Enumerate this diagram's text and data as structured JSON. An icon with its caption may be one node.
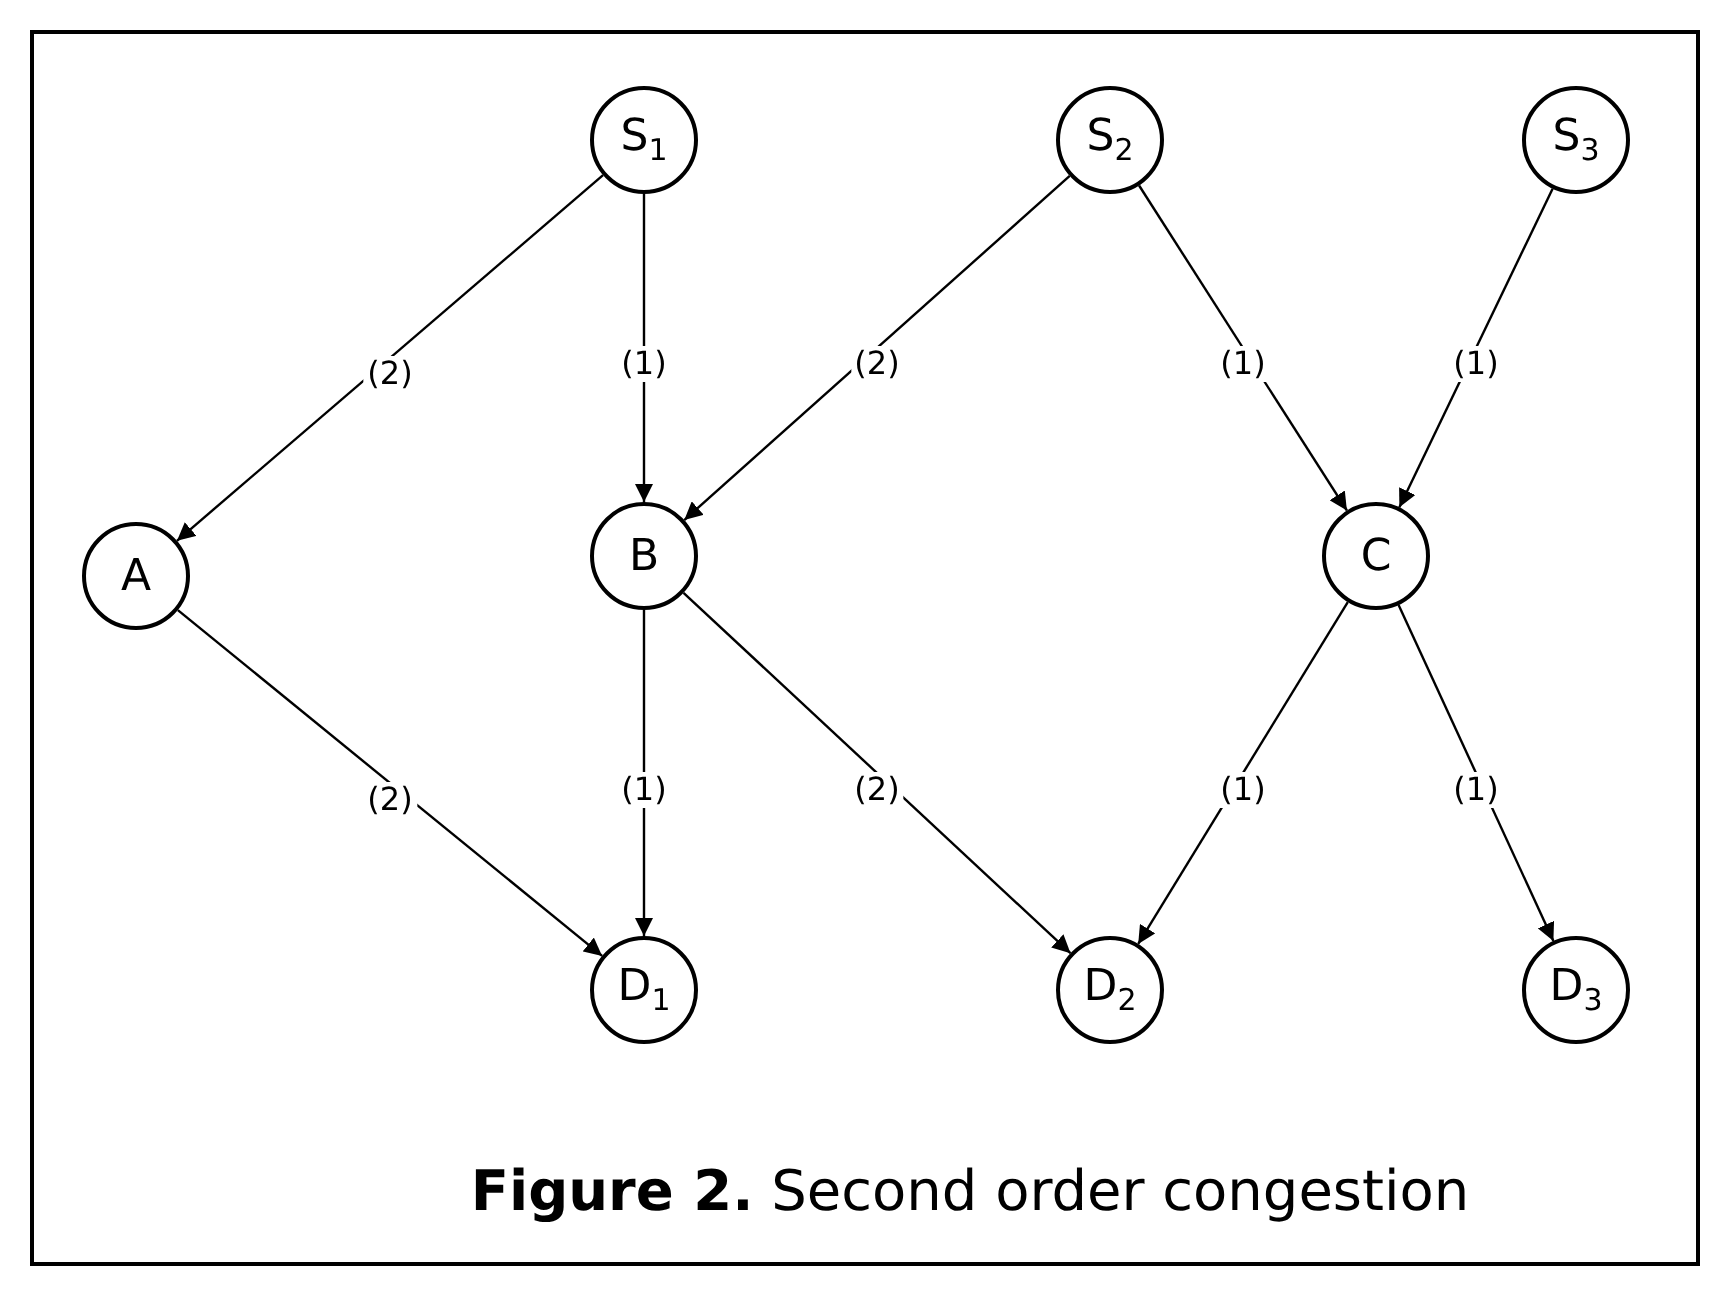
{
  "diagram": {
    "caption": "**Figure 2.**  Second order congestion",
    "nodes": [
      {
        "text": [
          "S$_{1}$"
        ]
      },
      {
        "text": [
          "S$_{2}$"
        ]
      },
      {
        "text": [
          "S$_{3}$"
        ]
      },
      {
        "text": [
          "A"
        ]
      },
      {
        "text": [
          "B"
        ]
      },
      {
        "text": [
          "C"
        ]
      },
      {
        "text": [
          "D$_{1}$"
        ]
      },
      {
        "text": [
          "D$_{2}$"
        ]
      },
      {
        "text": [
          "D$_{3}$"
        ]
      }
    ],
    "edges": [
      {
        "from": 0,
        "to": 3,
        "arrow": "to",
        "label": "(2)"
      },
      {
        "from": 0,
        "to": 4,
        "arrow": "to",
        "label": "(1)"
      },
      {
        "from": 1,
        "to": 4,
        "arrow": "to",
        "label": "(2)"
      },
      {
        "from": 1,
        "to": 5,
        "arrow": "to",
        "label": "(1)"
      },
      {
        "from": 2,
        "to": 5,
        "arrow": "to",
        "label": "(1)"
      },
      {
        "from": 3,
        "to": 6,
        "arrow": "to",
        "label": "(2)"
      },
      {
        "from": 4,
        "to": 6,
        "arrow": "to",
        "label": "(1)"
      },
      {
        "from": 4,
        "to": 7,
        "arrow": "to",
        "label": "(2)"
      },
      {
        "from": 5,
        "to": 7,
        "arrow": "to",
        "label": "(1)"
      },
      {
        "from": 5,
        "to": 8,
        "arrow": "to",
        "label": "(1)"
      }
    ]
  }
}
